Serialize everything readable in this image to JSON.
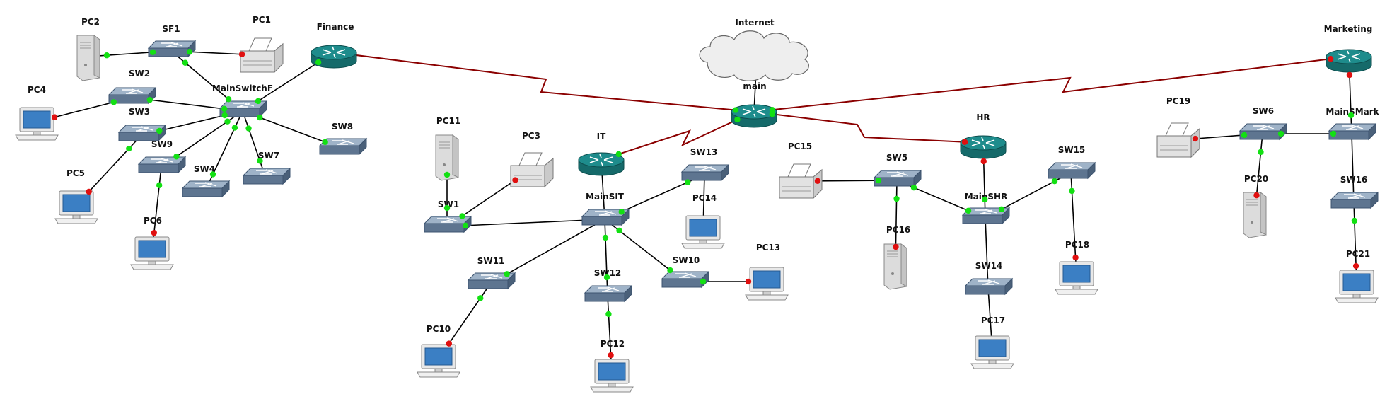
{
  "colors": {
    "eth": "#000000",
    "serial": "#8b0000",
    "link_up": "#13e013",
    "link_down": "#e01010",
    "switch_top": "#9fb3c8",
    "switch_side": "#5e7590",
    "router": "#1e8c8c",
    "cloud": "#eeeeee"
  },
  "icons": {
    "router": "router-icon",
    "switch": "switch-icon",
    "pc": "desktop-pc-icon",
    "server": "server-tower-icon",
    "printer": "printer-icon",
    "cloud": "internet-cloud-icon"
  },
  "devices": [
    {
      "id": "pc2",
      "label": "PC2",
      "type": "server"
    },
    {
      "id": "sf1",
      "label": "SF1",
      "type": "switch"
    },
    {
      "id": "pc1",
      "label": "PC1",
      "type": "printer"
    },
    {
      "id": "finance",
      "label": "Finance",
      "type": "router"
    },
    {
      "id": "pc4",
      "label": "PC4",
      "type": "pc"
    },
    {
      "id": "sw2",
      "label": "SW2",
      "type": "switch"
    },
    {
      "id": "mainswitchf",
      "label": "MainSwitchF",
      "type": "switch"
    },
    {
      "id": "sw3",
      "label": "SW3",
      "type": "switch"
    },
    {
      "id": "sw8",
      "label": "SW8",
      "type": "switch"
    },
    {
      "id": "sw9",
      "label": "SW9",
      "type": "switch"
    },
    {
      "id": "sw7",
      "label": "SW7",
      "type": "switch"
    },
    {
      "id": "sw4",
      "label": "SW4",
      "type": "switch"
    },
    {
      "id": "pc5",
      "label": "PC5",
      "type": "pc"
    },
    {
      "id": "pc6",
      "label": "PC6",
      "type": "pc"
    },
    {
      "id": "internet",
      "label": "Internet",
      "type": "cloud"
    },
    {
      "id": "main",
      "label": "main",
      "type": "router"
    },
    {
      "id": "pc11",
      "label": "PC11",
      "type": "server"
    },
    {
      "id": "pc3",
      "label": "PC3",
      "type": "printer"
    },
    {
      "id": "it",
      "label": "IT",
      "type": "router"
    },
    {
      "id": "sw13",
      "label": "SW13",
      "type": "switch"
    },
    {
      "id": "sw1",
      "label": "SW1",
      "type": "switch"
    },
    {
      "id": "mainsit",
      "label": "MainSIT",
      "type": "switch"
    },
    {
      "id": "pc14",
      "label": "PC14",
      "type": "pc"
    },
    {
      "id": "pc13",
      "label": "PC13",
      "type": "pc"
    },
    {
      "id": "sw11",
      "label": "SW11",
      "type": "switch"
    },
    {
      "id": "sw12",
      "label": "SW12",
      "type": "switch"
    },
    {
      "id": "sw10",
      "label": "SW10",
      "type": "switch"
    },
    {
      "id": "pc10",
      "label": "PC10",
      "type": "pc"
    },
    {
      "id": "pc12",
      "label": "PC12",
      "type": "pc"
    },
    {
      "id": "hr",
      "label": "HR",
      "type": "router"
    },
    {
      "id": "pc15",
      "label": "PC15",
      "type": "printer"
    },
    {
      "id": "sw5",
      "label": "SW5",
      "type": "switch"
    },
    {
      "id": "sw15",
      "label": "SW15",
      "type": "switch"
    },
    {
      "id": "mainshr",
      "label": "MainSHR",
      "type": "switch"
    },
    {
      "id": "pc16",
      "label": "PC16",
      "type": "server"
    },
    {
      "id": "pc18",
      "label": "PC18",
      "type": "pc"
    },
    {
      "id": "sw14",
      "label": "SW14",
      "type": "switch"
    },
    {
      "id": "pc17",
      "label": "PC17",
      "type": "pc"
    },
    {
      "id": "marketing",
      "label": "Marketing",
      "type": "router"
    },
    {
      "id": "pc19",
      "label": "PC19",
      "type": "printer"
    },
    {
      "id": "sw6",
      "label": "SW6",
      "type": "switch"
    },
    {
      "id": "mainsmark",
      "label": "MainSMark",
      "type": "switch"
    },
    {
      "id": "pc20",
      "label": "PC20",
      "type": "server"
    },
    {
      "id": "sw16",
      "label": "SW16",
      "type": "switch"
    },
    {
      "id": "pc21",
      "label": "PC21",
      "type": "pc"
    }
  ],
  "links": [
    {
      "from": "pc2",
      "to": "sf1",
      "kind": "eth",
      "a": "up",
      "b": "up"
    },
    {
      "from": "sf1",
      "to": "pc1",
      "kind": "eth",
      "a": "up",
      "b": "down"
    },
    {
      "from": "sf1",
      "to": "mainswitchf",
      "kind": "eth",
      "a": "up",
      "b": "up"
    },
    {
      "from": "mainswitchf",
      "to": "finance",
      "kind": "eth",
      "a": "up",
      "b": "up"
    },
    {
      "from": "pc4",
      "to": "sw2",
      "kind": "eth",
      "a": "down",
      "b": "up"
    },
    {
      "from": "sw2",
      "to": "mainswitchf",
      "kind": "eth",
      "a": "up",
      "b": "up"
    },
    {
      "from": "sw3",
      "to": "mainswitchf",
      "kind": "eth",
      "a": "up",
      "b": "up"
    },
    {
      "from": "sw9",
      "to": "mainswitchf",
      "kind": "eth",
      "a": "up",
      "b": "up"
    },
    {
      "from": "sw4",
      "to": "mainswitchf",
      "kind": "eth",
      "a": "up",
      "b": "up"
    },
    {
      "from": "sw7",
      "to": "mainswitchf",
      "kind": "eth",
      "a": "up",
      "b": "up"
    },
    {
      "from": "sw8",
      "to": "mainswitchf",
      "kind": "eth",
      "a": "up",
      "b": "up"
    },
    {
      "from": "pc5",
      "to": "sw3",
      "kind": "eth",
      "a": "down",
      "b": "up"
    },
    {
      "from": "pc6",
      "to": "sw9",
      "kind": "eth",
      "a": "down",
      "b": "up"
    },
    {
      "from": "finance",
      "to": "main",
      "kind": "serial",
      "a": "none",
      "b": "up"
    },
    {
      "from": "it",
      "to": "main",
      "kind": "serial",
      "a": "up",
      "b": "up"
    },
    {
      "from": "main",
      "to": "hr",
      "kind": "serial",
      "a": "up",
      "b": "down"
    },
    {
      "from": "main",
      "to": "marketing",
      "kind": "serial",
      "a": "up",
      "b": "down"
    },
    {
      "from": "main",
      "to": "internet",
      "kind": "eth",
      "a": "none",
      "b": "none"
    },
    {
      "from": "pc11",
      "to": "sw1",
      "kind": "eth",
      "a": "up",
      "b": "up"
    },
    {
      "from": "pc3",
      "to": "sw1",
      "kind": "eth",
      "a": "down",
      "b": "up"
    },
    {
      "from": "sw1",
      "to": "mainsit",
      "kind": "eth",
      "a": "up",
      "b": "none"
    },
    {
      "from": "it",
      "to": "mainsit",
      "kind": "eth",
      "a": "none",
      "b": "none"
    },
    {
      "from": "mainsit",
      "to": "sw13",
      "kind": "eth",
      "a": "up",
      "b": "up"
    },
    {
      "from": "sw13",
      "to": "pc14",
      "kind": "eth",
      "a": "none",
      "b": "none"
    },
    {
      "from": "mainsit",
      "to": "sw11",
      "kind": "eth",
      "a": "none",
      "b": "up"
    },
    {
      "from": "mainsit",
      "to": "sw12",
      "kind": "eth",
      "a": "up",
      "b": "up"
    },
    {
      "from": "mainsit",
      "to": "sw10",
      "kind": "eth",
      "a": "up",
      "b": "up"
    },
    {
      "from": "sw10",
      "to": "pc13",
      "kind": "eth",
      "a": "up",
      "b": "down"
    },
    {
      "from": "sw11",
      "to": "pc10",
      "kind": "eth",
      "a": "up",
      "b": "down"
    },
    {
      "from": "sw12",
      "to": "pc12",
      "kind": "eth",
      "a": "up",
      "b": "down"
    },
    {
      "from": "pc15",
      "to": "sw5",
      "kind": "eth",
      "a": "down",
      "b": "up"
    },
    {
      "from": "sw5",
      "to": "mainshr",
      "kind": "eth",
      "a": "up",
      "b": "up"
    },
    {
      "from": "sw5",
      "to": "pc16",
      "kind": "eth",
      "a": "up",
      "b": "down"
    },
    {
      "from": "hr",
      "to": "mainshr",
      "kind": "eth",
      "a": "down",
      "b": "up"
    },
    {
      "from": "mainshr",
      "to": "sw15",
      "kind": "eth",
      "a": "up",
      "b": "up"
    },
    {
      "from": "sw15",
      "to": "pc18",
      "kind": "eth",
      "a": "up",
      "b": "down"
    },
    {
      "from": "mainshr",
      "to": "sw14",
      "kind": "eth",
      "a": "none",
      "b": "none"
    },
    {
      "from": "sw14",
      "to": "pc17",
      "kind": "eth",
      "a": "none",
      "b": "none"
    },
    {
      "from": "marketing",
      "to": "mainsmark",
      "kind": "eth",
      "a": "down",
      "b": "up"
    },
    {
      "from": "pc19",
      "to": "sw6",
      "kind": "eth",
      "a": "down",
      "b": "up"
    },
    {
      "from": "sw6",
      "to": "mainsmark",
      "kind": "eth",
      "a": "up",
      "b": "up"
    },
    {
      "from": "sw6",
      "to": "pc20",
      "kind": "eth",
      "a": "up",
      "b": "down"
    },
    {
      "from": "mainsmark",
      "to": "sw16",
      "kind": "eth",
      "a": "none",
      "b": "none"
    },
    {
      "from": "sw16",
      "to": "pc21",
      "kind": "eth",
      "a": "up",
      "b": "down"
    }
  ]
}
